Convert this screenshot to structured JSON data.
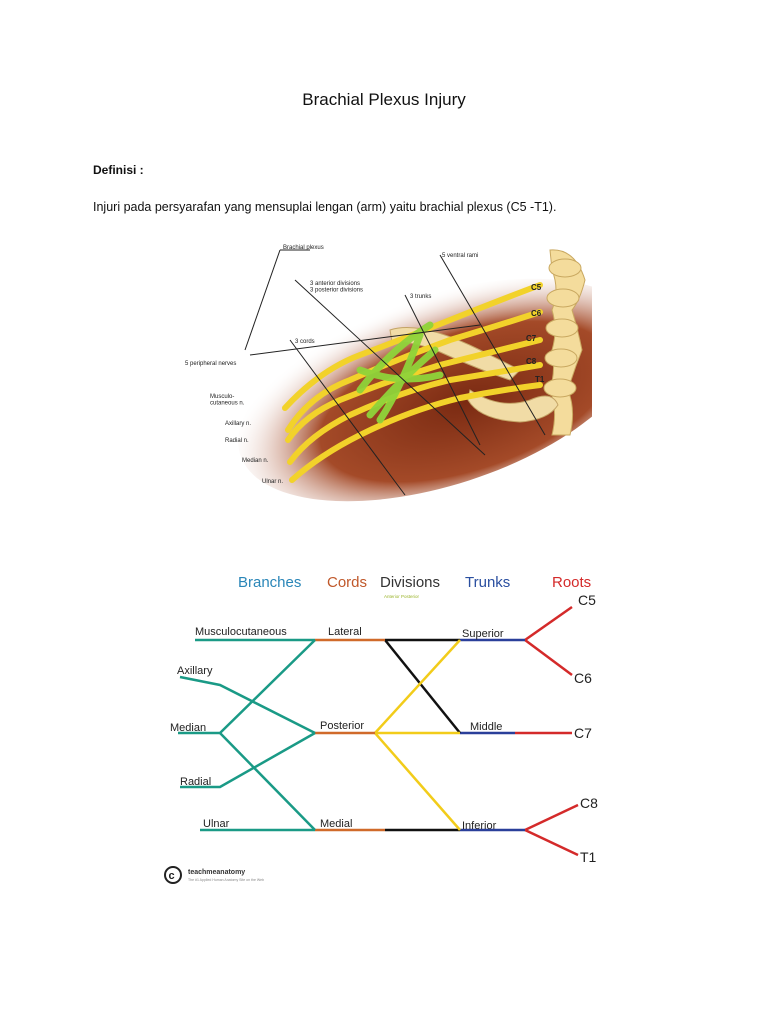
{
  "document": {
    "title": "Brachial Plexus Injury",
    "definition_heading": "Definisi :",
    "definition_text": "Injuri pada persyarafan yang mensuplai lengan (arm) yaitu brachial plexus (C5 -T1)."
  },
  "figure_anatomy": {
    "labels": {
      "brachial_plexus": "Brachial plexus",
      "ventral_rami": "5 ventral rami",
      "divisions": "3 anterior divisions\n3 posterior divisions",
      "trunks": "3 trunks",
      "cords": "3 cords",
      "peripheral_nerves": "5 peripheral nerves",
      "musculocutaneous": "Musculo-\ncutaneous n.",
      "axillary": "Axillary n.",
      "radial": "Radial n.",
      "median": "Median n.",
      "ulnar": "Ulnar n.",
      "c5": "C5",
      "c6": "C6",
      "c7": "C7",
      "c8": "C8",
      "t1": "T1"
    }
  },
  "figure_schematic": {
    "columns": {
      "branches": "Branches",
      "cords": "Cords",
      "divisions": "Divisions",
      "divisions_sub": "Anterior  Posterior",
      "trunks": "Trunks",
      "roots": "Roots"
    },
    "column_colors": {
      "branches": "#2a86b8",
      "cords": "#c0582a",
      "divisions": "#333333",
      "trunks": "#2a4fa0",
      "roots": "#d42a2a"
    },
    "line_colors": {
      "branches": "#1a9a86",
      "cords": "#d06a2a",
      "anterior": "#111111",
      "posterior": "#f2cc1a",
      "trunks": "#2a3f9a",
      "roots": "#d42a2a"
    },
    "branches": [
      "Musculocutaneous",
      "Axillary",
      "Median",
      "Radial",
      "Ulnar"
    ],
    "cords": [
      "Lateral",
      "Posterior",
      "Medial"
    ],
    "trunks": [
      "Superior",
      "Middle",
      "Inferior"
    ],
    "roots": [
      "C5",
      "C6",
      "C7",
      "C8",
      "T1"
    ],
    "credit": "teachmeanatomy",
    "credit_sub": "The #1 Applied Human Anatomy Site on the Web"
  }
}
